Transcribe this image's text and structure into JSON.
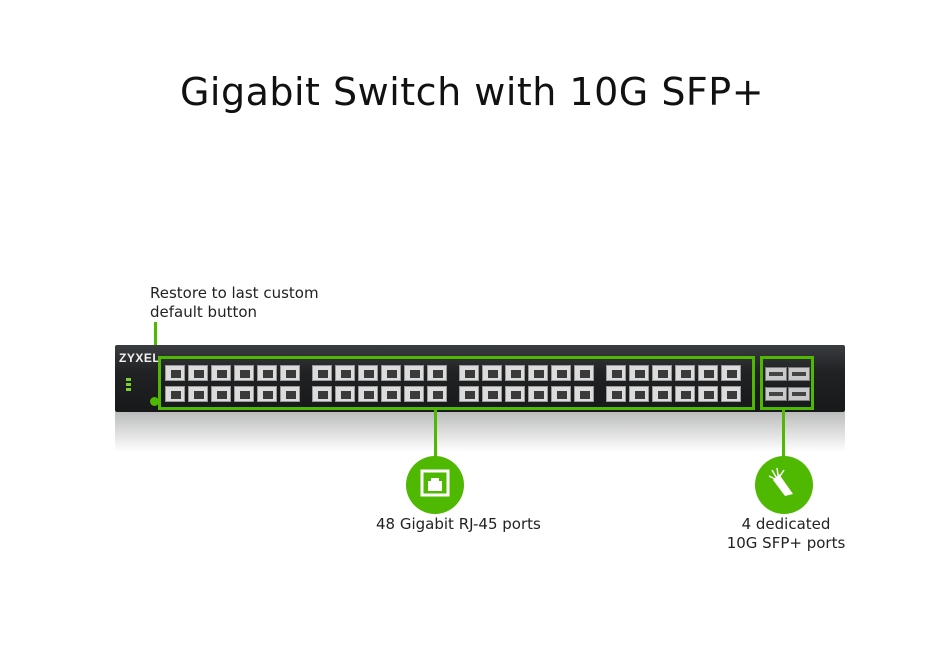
{
  "title": "Gigabit Switch with 10G SFP+",
  "brand": "ZYXEL",
  "callouts": {
    "restore_line1": "Restore to last custom",
    "restore_line2": "default button",
    "rj45": "48 Gigabit RJ-45 ports",
    "sfp_line1": "4 dedicated",
    "sfp_line2": "10G SFP+ ports"
  },
  "colors": {
    "accent": "#4fb800",
    "chassis": "#202224"
  },
  "icons": {
    "rj45": "ethernet-port-icon",
    "sfp": "fiber-optic-icon"
  }
}
